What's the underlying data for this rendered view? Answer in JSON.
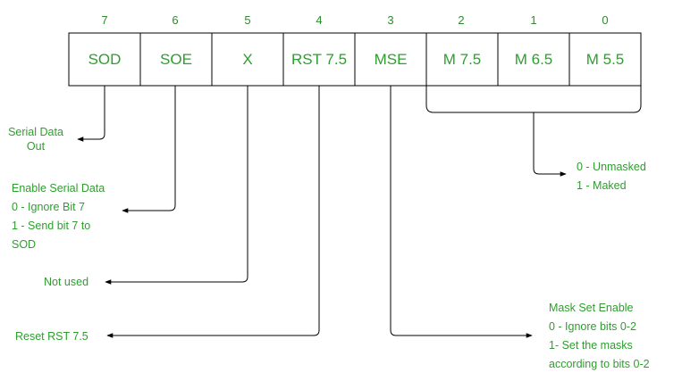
{
  "bits": [
    {
      "bit": "7",
      "label": "SOD"
    },
    {
      "bit": "6",
      "label": "SOE"
    },
    {
      "bit": "5",
      "label": "X"
    },
    {
      "bit": "4",
      "label": "RST 7.5"
    },
    {
      "bit": "3",
      "label": "MSE"
    },
    {
      "bit": "2",
      "label": "M 7.5"
    },
    {
      "bit": "1",
      "label": "M 6.5"
    },
    {
      "bit": "0",
      "label": "M 5.5"
    }
  ],
  "annotations": {
    "sod": [
      "Serial Data",
      "Out"
    ],
    "soe": [
      "Enable Serial Data",
      "0 - Ignore Bit 7",
      "1 - Send bit 7 to",
      "SOD"
    ],
    "x": [
      "Not used"
    ],
    "rst": [
      "Reset RST 7.5"
    ],
    "mse": [
      "Mask Set Enable",
      "0 - Ignore bits 0-2",
      "1- Set the masks",
      "according to bits 0-2"
    ],
    "masks": [
      "0 - Unmasked",
      "1 - Maked"
    ]
  },
  "colors": {
    "text": "#2e9e2e",
    "lines": "#000000"
  }
}
